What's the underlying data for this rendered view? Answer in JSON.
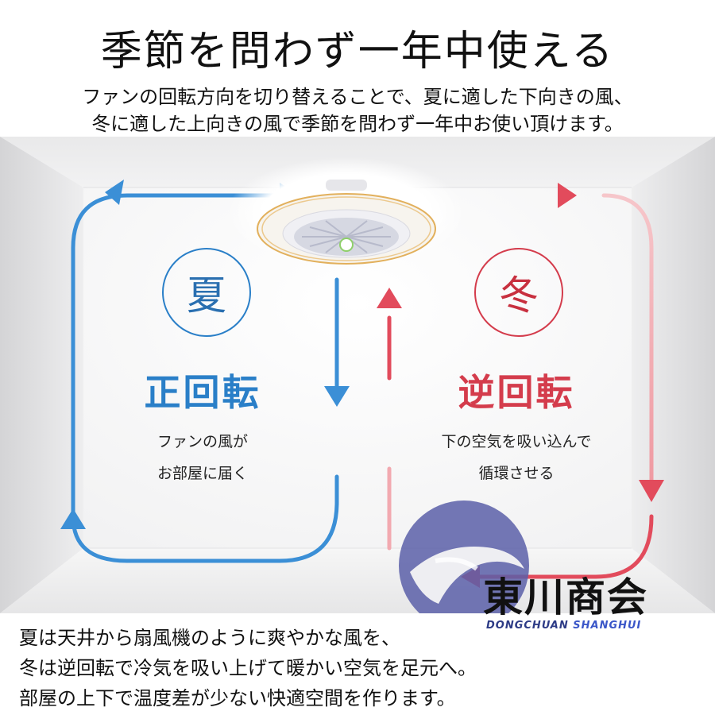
{
  "title": "季節を問わず一年中使える",
  "subtitle_lines": [
    "ファンの回転方向を切り替えることで、夏に適した下向きの風、",
    "冬に適した上向きの風で季節を問わず一年中お使い頂けます。"
  ],
  "summer": {
    "circle": "夏",
    "label": "正回転",
    "desc": [
      "ファンの風が",
      "お部屋に届く"
    ],
    "color": "#2a7fc8"
  },
  "winter": {
    "circle": "冬",
    "label": "逆回転",
    "desc": [
      "下の空気を吸い込んで",
      "循環させる"
    ],
    "color": "#d43c4c"
  },
  "bottom_lines": [
    "夏は天井から扇風機のように爽やかな風を、",
    "冬は逆回転で冷気を吸い上げて暖かい空気を足元へ。",
    "部屋の上下で温度差が少ない快適空間を作ります。"
  ],
  "logo": {
    "name": "東川商会",
    "sub_part1": "DONGCHUAN ",
    "sub_part2": "SHANGHUI"
  },
  "icons": [
    "ceiling-fan-light",
    "logo-mark"
  ]
}
